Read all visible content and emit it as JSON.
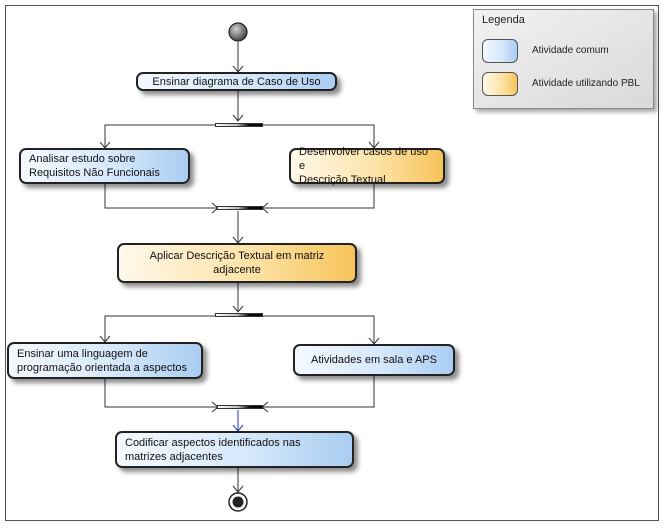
{
  "legend": {
    "title": "Legenda",
    "items": [
      {
        "label": "Atividade comum",
        "color": "#a9cdf1"
      },
      {
        "label": "Atividade utilizando PBL",
        "color": "#f6c35a"
      }
    ]
  },
  "activities": {
    "ensinar_caso_uso": "Ensinar diagrama de Caso de Uso",
    "analisar_rnf_line1": "Analisar estudo sobre",
    "analisar_rnf_line2": "Requisitos Não Funcionais",
    "desenvolver_casos_line1": "Desenvolver casos de uso e",
    "desenvolver_casos_line2": "Descrição Textual",
    "aplicar_descricao": "Aplicar Descrição Textual em matriz adjacente",
    "ensinar_linguagem_line1": "Ensinar uma linguagem de",
    "ensinar_linguagem_line2": "programação orientada a aspectos",
    "atividades_sala": "Atividades em sala e APS",
    "codificar_line1": "Codificar aspectos identificados nas",
    "codificar_line2": "matrizes adjacentes"
  },
  "colors": {
    "common": "#a9cdf1",
    "pbl": "#f6c35a",
    "highlight_edge": "#2233cc"
  }
}
